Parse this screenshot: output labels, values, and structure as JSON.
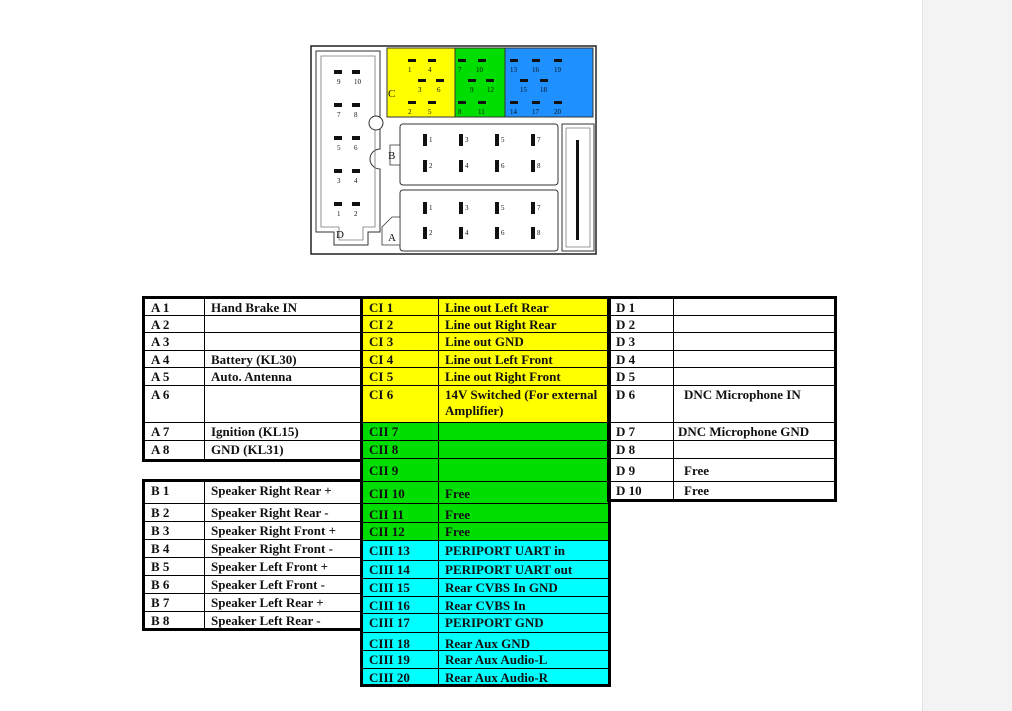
{
  "colors": {
    "yellow": "#ffff00",
    "green": "#00dd00",
    "blue": "#1e90ff",
    "cyan": "#00ffff",
    "border": "#000000"
  },
  "connector": {
    "labels": {
      "C": "C",
      "B": "B",
      "A": "A",
      "D": "D"
    },
    "yellow_pins": [
      "1",
      "4",
      "3",
      "6",
      "2",
      "5"
    ],
    "green_pins": [
      "7",
      "10",
      "9",
      "12",
      "8",
      "11"
    ],
    "blue_pins": [
      "13",
      "16",
      "19",
      "15",
      "18",
      "14",
      "17",
      "20"
    ],
    "d_pins": [
      "9",
      "10",
      "7",
      "8",
      "5",
      "6",
      "3",
      "4",
      "1",
      "2"
    ],
    "b_pins": [
      "1",
      "3",
      "5",
      "7",
      "2",
      "4",
      "6",
      "8"
    ],
    "a_pins": [
      "1",
      "3",
      "5",
      "7",
      "2",
      "4",
      "6",
      "8"
    ]
  },
  "table_a": [
    {
      "pin": "A  1",
      "fn": "Hand Brake IN"
    },
    {
      "pin": "A  2",
      "fn": ""
    },
    {
      "pin": "A  3",
      "fn": ""
    },
    {
      "pin": "A  4",
      "fn": "Battery (KL30)"
    },
    {
      "pin": "A  5",
      "fn": "Auto. Antenna"
    },
    {
      "pin": "A  6",
      "fn": ""
    },
    {
      "pin": "A  7",
      "fn": "Ignition (KL15)"
    },
    {
      "pin": "A  8",
      "fn": "GND (KL31)"
    }
  ],
  "table_b": [
    {
      "pin": "B  1",
      "fn": "Speaker Right Rear +"
    },
    {
      "pin": "B  2",
      "fn": "Speaker Right Rear -"
    },
    {
      "pin": "B  3",
      "fn": "Speaker Right Front +"
    },
    {
      "pin": "B  4",
      "fn": "Speaker Right Front -"
    },
    {
      "pin": "B  5",
      "fn": "Speaker Left Front +"
    },
    {
      "pin": "B  6",
      "fn": "Speaker Left Front -"
    },
    {
      "pin": "B  7",
      "fn": "Speaker Left Rear +"
    },
    {
      "pin": "B  8",
      "fn": "Speaker Left Rear -"
    }
  ],
  "table_c": [
    {
      "pin": "CI    1",
      "fn": "Line out Left Rear"
    },
    {
      "pin": "CI    2",
      "fn": "Line out Right Rear"
    },
    {
      "pin": "CI    3",
      "fn": "Line out GND"
    },
    {
      "pin": "CI    4",
      "fn": "Line out Left Front"
    },
    {
      "pin": "CI    5",
      "fn": "Line out Right Front"
    },
    {
      "pin": "CI    6",
      "fn": "14V Switched (For external Amplifier)"
    },
    {
      "pin": "CII  7",
      "fn": ""
    },
    {
      "pin": "CII  8",
      "fn": ""
    },
    {
      "pin": "CII  9",
      "fn": ""
    },
    {
      "pin": "CII  10",
      "fn": "Free"
    },
    {
      "pin": "CII  11",
      "fn": "Free"
    },
    {
      "pin": "CII  12",
      "fn": "Free"
    },
    {
      "pin": "CIII 13",
      "fn": "PERIPORT UART in"
    },
    {
      "pin": "CIII 14",
      "fn": "PERIPORT UART out"
    },
    {
      "pin": "CIII 15",
      "fn": "Rear CVBS In GND"
    },
    {
      "pin": "CIII 16",
      "fn": "Rear CVBS In"
    },
    {
      "pin": "CIII 17",
      "fn": "PERIPORT GND"
    },
    {
      "pin": "CIII 18",
      "fn": "Rear Aux GND"
    },
    {
      "pin": "CIII 19",
      "fn": "Rear Aux Audio-L"
    },
    {
      "pin": "CIII 20",
      "fn": "Rear Aux Audio-R"
    }
  ],
  "table_d": [
    {
      "pin": "D  1",
      "fn": ""
    },
    {
      "pin": "D  2",
      "fn": ""
    },
    {
      "pin": "D  3",
      "fn": ""
    },
    {
      "pin": "D  4",
      "fn": ""
    },
    {
      "pin": "D  5",
      "fn": ""
    },
    {
      "pin": "D  6",
      "fn": "DNC Microphone IN"
    },
    {
      "pin": "D  7",
      "fn": "DNC Microphone GND"
    },
    {
      "pin": "D  8",
      "fn": ""
    },
    {
      "pin": "D  9",
      "fn": "Free"
    },
    {
      "pin": "D  10",
      "fn": "Free"
    }
  ]
}
